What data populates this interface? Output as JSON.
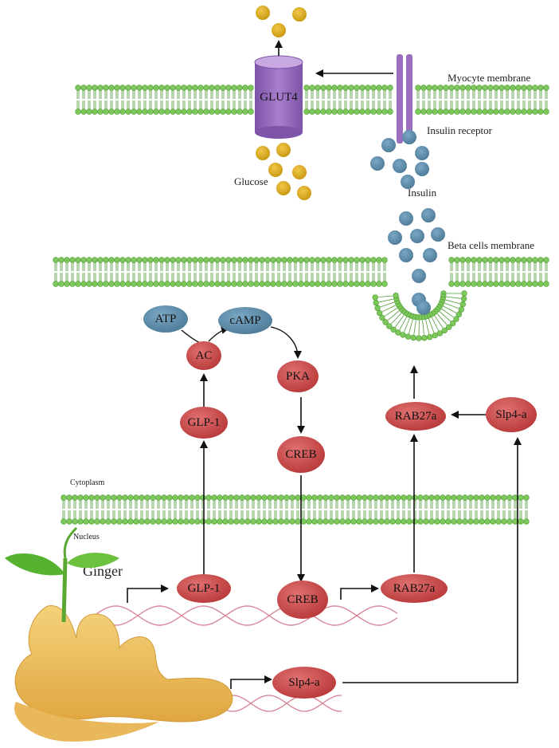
{
  "labels": {
    "myocyte_membrane": "Myocyte membrane",
    "glut4": "GLUT4",
    "insulin_receptor": "Insulin receptor",
    "glucose": "Glucose",
    "insulin": "Insulin",
    "beta_membrane": "Beta cells membrane",
    "cytoplasm": "Cytoplasm",
    "nucleus": "Nucleus",
    "ginger": "Ginger"
  },
  "nodes": {
    "atp": "ATP",
    "camp": "cAMP",
    "ac": "AC",
    "pka": "PKA",
    "glp1_cyto": "GLP-1",
    "creb_cyto": "CREB",
    "rab27a_cyto": "RAB27a",
    "slp4a_cyto": "Slp4-a",
    "glp1_nuc": "GLP-1",
    "creb_nuc": "CREB",
    "rab27a_nuc": "RAB27a",
    "slp4a_nuc": "Slp4-a"
  },
  "colors": {
    "membrane": "#7cc85a",
    "membrane_dark": "#4e9a36",
    "red_node": "#c84848",
    "blue_node": "#5b8aa8",
    "glucose": "#d8a818",
    "glut4": "#9b6fbf",
    "dna": "#d88a9a"
  }
}
